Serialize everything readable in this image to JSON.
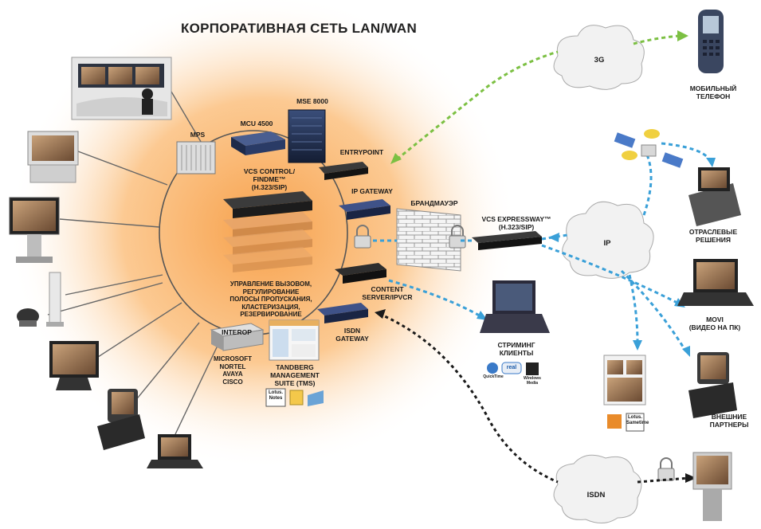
{
  "title": "КОРПОРАТИВНАЯ СЕТЬ LAN/WAN",
  "clouds": {
    "c3g": "3G",
    "ip": "IP",
    "isdn": "ISDN"
  },
  "devices": {
    "mps": "MPS",
    "mcu": "MCU 4500",
    "mse": "MSE 8000",
    "entrypoint": "ENTRYPOINT",
    "vcs_control": "VCS CONTROL/\nFINDME™\n(H.323/SIP)",
    "ip_gateway": "IP GATEWAY",
    "firewall": "БРАНДМАУЭР",
    "vcs_expressway": "VCS EXPRESSWAY™\n(H.323/SIP)",
    "content_server": "CONTENT\nSERVER/IPVCR",
    "isdn_gateway": "ISDN\nGATEWAY",
    "interop": "INTEROP",
    "interop_brands": "MICROSOFT\nNORTEL\nAVAYA\nCISCO",
    "tms": "TANDBERG\nMANAGEMENT\nSUITE (TMS)",
    "call_control": "УПРАВЛЕНИЕ ВЫЗОВОМ,\nРЕГУЛИРОВАНИЕ\nПОЛОСЫ ПРОПУСКАНИЯ,\nКЛАСТЕРИЗАЦИЯ,\nРЕЗЕРВИРОВАНИЕ",
    "lotus_notes": "Lotus.\nNotes"
  },
  "endpoints": {
    "mobile": "МОБИЛЬНЫЙ\nТЕЛЕФОН",
    "industry": "ОТРАСЛЕВЫЕ\nРЕШЕНИЯ",
    "movi": "MOVI\n(ВИДЕО НА ПК)",
    "partners": "ВНЕШНИЕ\nПАРТНЕРЫ",
    "streaming": "СТРИМИНГ\nКЛИЕНТЫ",
    "streaming_logos": {
      "quicktime": "QuickTime",
      "real": "real",
      "wm": "Windows Media"
    },
    "lotus_sametime": "Lotus.\nSametime"
  },
  "colors": {
    "glow": "#f7a04a",
    "ring": "#555555",
    "green_link": "#7cc043",
    "blue_link": "#3aa0d8",
    "black_link": "#1a1a1a",
    "rack": "#1c2a4a"
  }
}
